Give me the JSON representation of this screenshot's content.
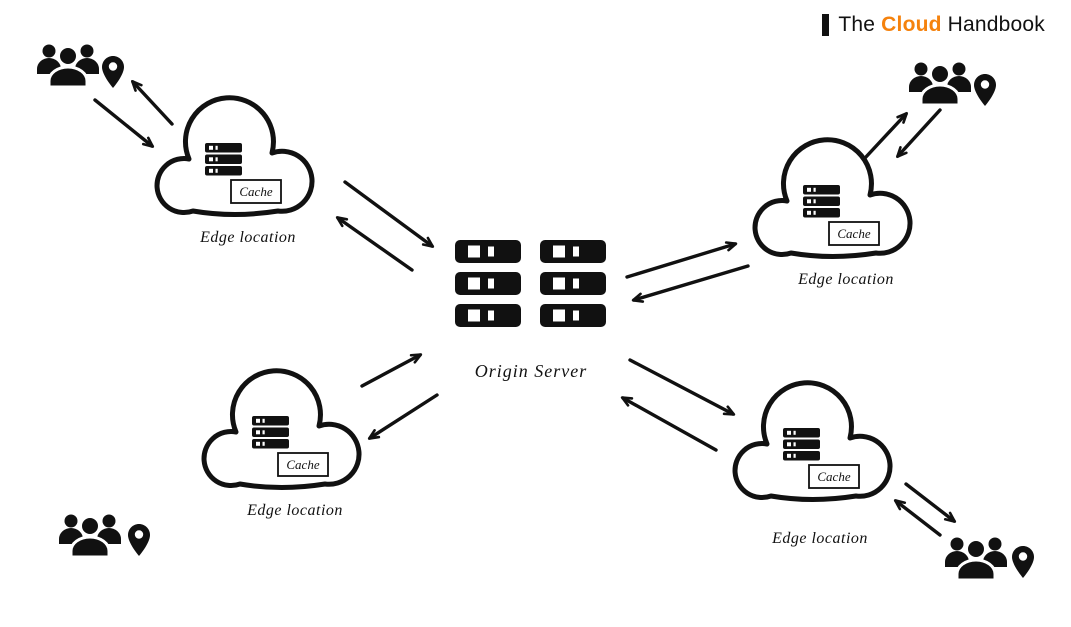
{
  "header": {
    "brand_prefix": "The",
    "brand_highlight": "Cloud",
    "brand_suffix": "Handbook",
    "accent_color": "#f5820d",
    "text_color": "#111111"
  },
  "diagram": {
    "origin_server": {
      "label": "Origin Server",
      "icon": "server-rack-icon",
      "rack_count": 6
    },
    "edge_locations": [
      {
        "position": "top-left",
        "label": "Edge location",
        "cache_label": "Cache"
      },
      {
        "position": "top-right",
        "label": "Edge location",
        "cache_label": "Cache"
      },
      {
        "position": "bottom-left",
        "label": "Edge location",
        "cache_label": "Cache"
      },
      {
        "position": "bottom-right",
        "label": "Edge location",
        "cache_label": "Cache"
      }
    ],
    "icons": {
      "users": "users-group-icon",
      "pin": "location-pin-icon",
      "edge_server": "server-stack-icon"
    },
    "line_color": "#111111",
    "background_color": "#ffffff"
  }
}
